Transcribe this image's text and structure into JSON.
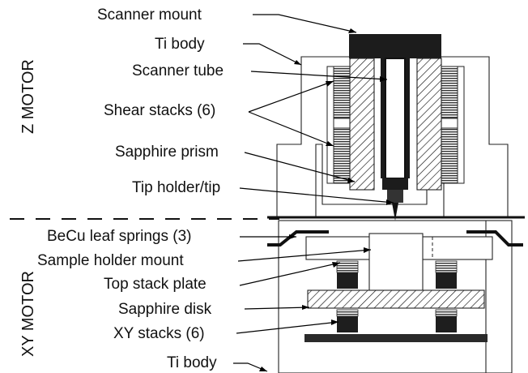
{
  "side_labels": {
    "z_motor": "Z MOTOR",
    "xy_motor": "XY MOTOR"
  },
  "labels": {
    "scanner_mount": "Scanner mount",
    "ti_body_top": "Ti body",
    "scanner_tube": "Scanner tube",
    "shear_stacks": "Shear stacks (6)",
    "sapphire_prism": "Sapphire prism",
    "tip_holder": "Tip holder/tip",
    "becu_leaf_springs": "BeCu leaf springs (3)",
    "sample_holder_mount": "Sample holder mount",
    "top_stack_plate": "Top stack plate",
    "sapphire_disk": "Sapphire disk",
    "xy_stacks": "XY stacks (6)",
    "ti_body_bottom": "Ti body"
  }
}
